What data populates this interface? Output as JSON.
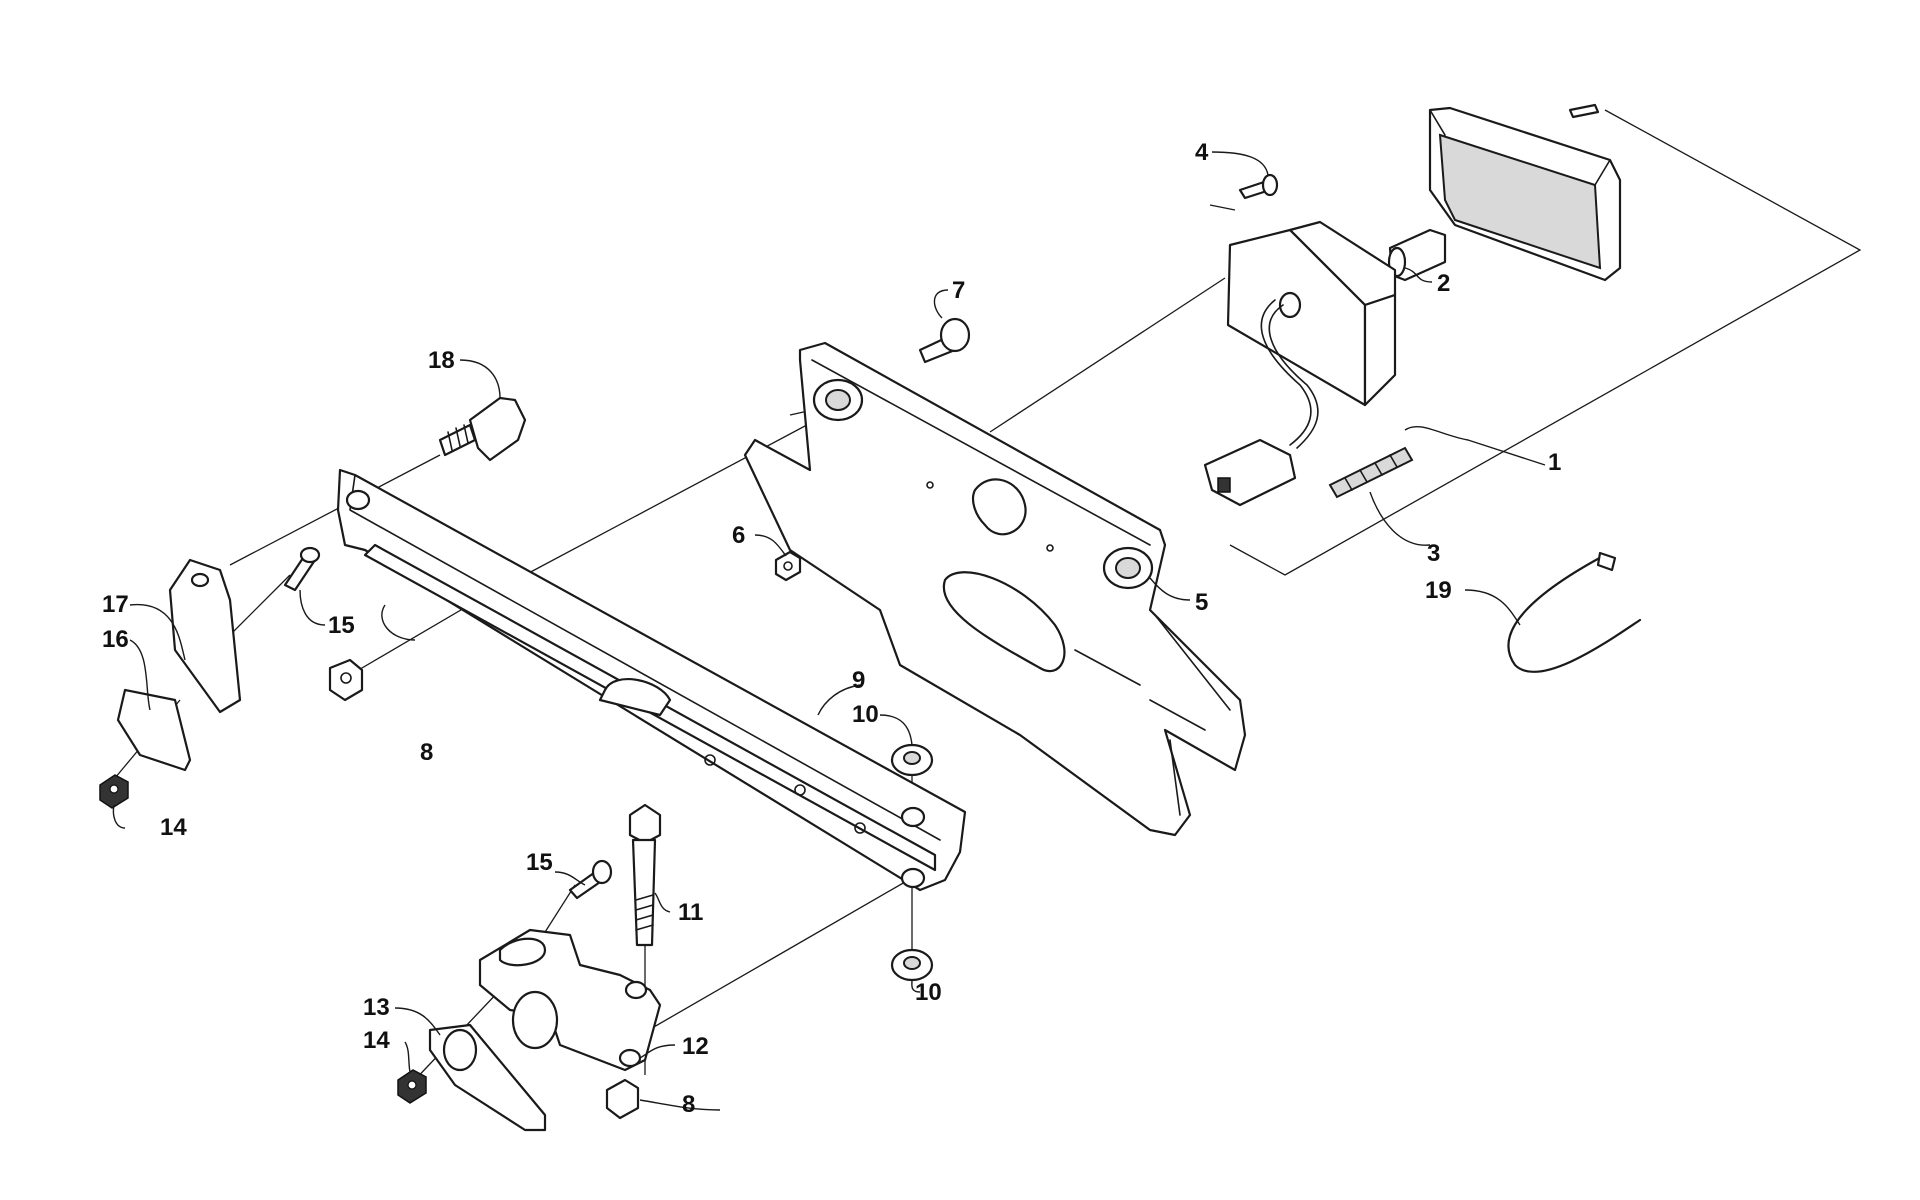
{
  "callouts": [
    {
      "id": "c1",
      "label": "1"
    },
    {
      "id": "c2",
      "label": "2"
    },
    {
      "id": "c3",
      "label": "3"
    },
    {
      "id": "c4",
      "label": "4"
    },
    {
      "id": "c5",
      "label": "5"
    },
    {
      "id": "c6",
      "label": "6"
    },
    {
      "id": "c7",
      "label": "7"
    },
    {
      "id": "c8a",
      "label": "8"
    },
    {
      "id": "c8b",
      "label": "8"
    },
    {
      "id": "c9",
      "label": "9"
    },
    {
      "id": "c10a",
      "label": "10"
    },
    {
      "id": "c10b",
      "label": "10"
    },
    {
      "id": "c11",
      "label": "11"
    },
    {
      "id": "c12",
      "label": "12"
    },
    {
      "id": "c13",
      "label": "13"
    },
    {
      "id": "c14a",
      "label": "14"
    },
    {
      "id": "c14b",
      "label": "14"
    },
    {
      "id": "c15a",
      "label": "15"
    },
    {
      "id": "c15b",
      "label": "15"
    },
    {
      "id": "c16",
      "label": "16"
    },
    {
      "id": "c17",
      "label": "17"
    },
    {
      "id": "c18",
      "label": "18"
    },
    {
      "id": "c19",
      "label": "19"
    }
  ]
}
